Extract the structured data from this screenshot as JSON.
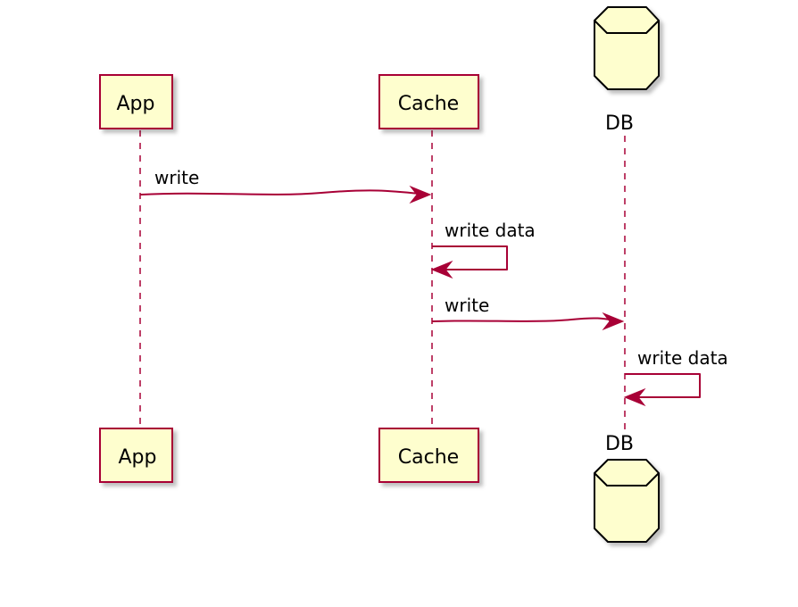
{
  "colors": {
    "participant_fill": "#FEFECE",
    "participant_border": "#A80036",
    "arrow": "#A80036",
    "database_border": "#000000"
  },
  "participants": [
    {
      "id": "app",
      "label": "App",
      "kind": "participant"
    },
    {
      "id": "cache",
      "label": "Cache",
      "kind": "participant"
    },
    {
      "id": "db",
      "label": "DB",
      "kind": "database"
    }
  ],
  "messages": [
    {
      "from": "app",
      "to": "cache",
      "label": "write"
    },
    {
      "from": "cache",
      "to": "cache",
      "label": "write data"
    },
    {
      "from": "cache",
      "to": "db",
      "label": "write"
    },
    {
      "from": "db",
      "to": "db",
      "label": "write data"
    }
  ]
}
